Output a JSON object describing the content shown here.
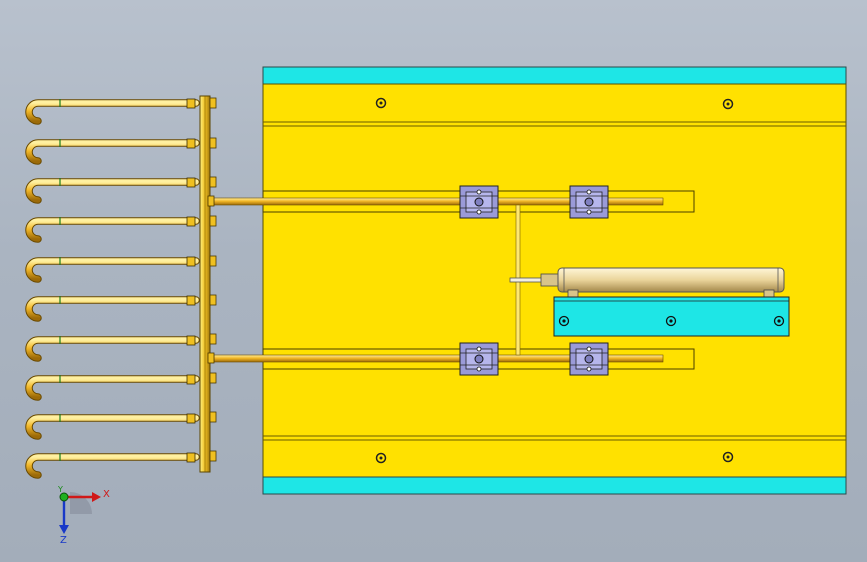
{
  "viewport": {
    "colors": {
      "background": "#aab4c1",
      "plate_yellow": "#ffe100",
      "plate_edge": "#5a5000",
      "cyan": "#1ee6e6",
      "pipe_gold": "#f0b020",
      "clamp_lavender": "#9a9ad8",
      "cylinder_tan": "#ecd79e"
    },
    "pipe_rows": 10,
    "bolt_holes": 4
  },
  "triad": {
    "x_label": "X",
    "y_label": "Y",
    "z_label": "Z"
  }
}
